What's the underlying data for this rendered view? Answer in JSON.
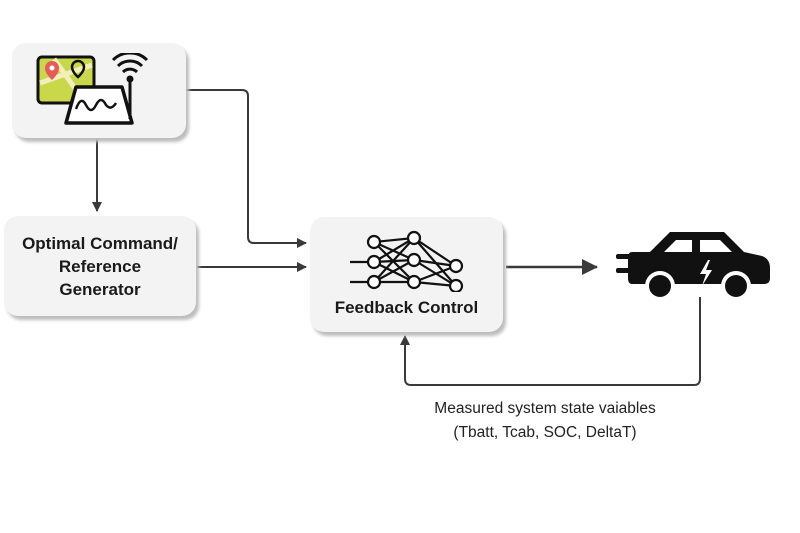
{
  "nodes": {
    "navigation": {
      "icons": [
        "map-pin-icon",
        "gps-terrain-icon",
        "wireless-signal-icon"
      ]
    },
    "generator": {
      "label_line1": "Optimal Command/",
      "label_line2": "Reference",
      "label_line3": "Generator"
    },
    "controller": {
      "label": "Feedback Control",
      "icon": "neural-network-icon"
    },
    "vehicle": {
      "icon": "electric-car-icon"
    }
  },
  "feedback": {
    "line1": "Measured system state vaiables",
    "line2": "(Tbatt, Tcab, SOC, DeltaT)"
  },
  "colors": {
    "box": "#f3f3f3",
    "arrow": "#3a3a3a",
    "map_green": "#c8d84a",
    "pin_red": "#e85a5a"
  }
}
